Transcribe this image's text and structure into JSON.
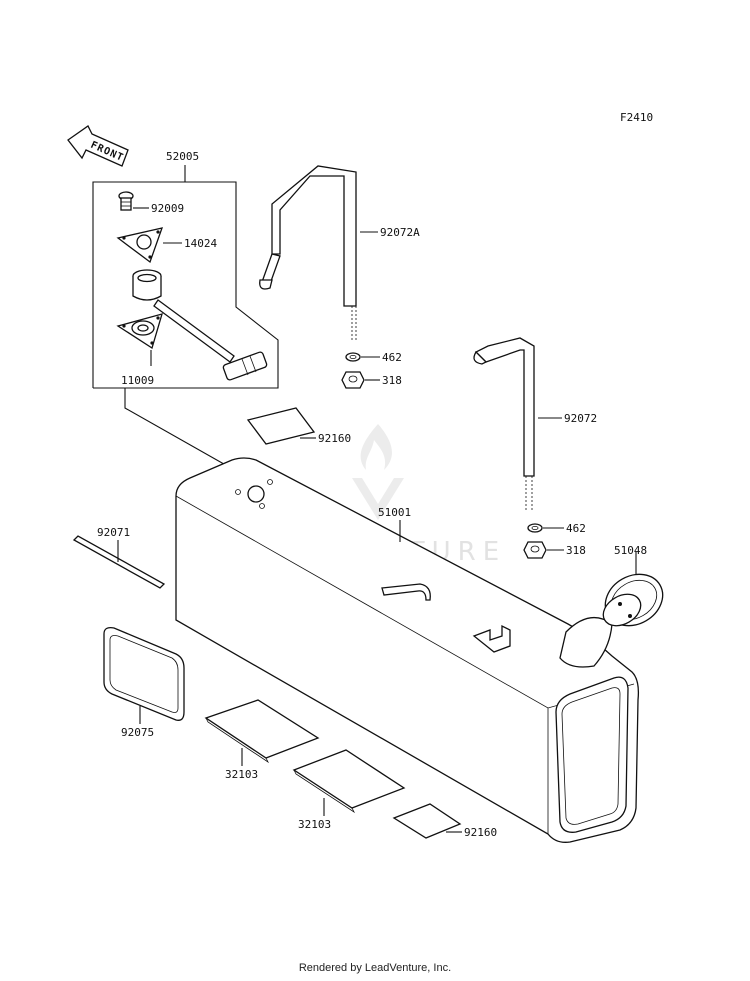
{
  "figure_code": "F2410",
  "front_label": "FRONT",
  "watermark": "LEADVENTURE",
  "footer": "Rendered by LeadVenture, Inc.",
  "parts": {
    "p52005": "52005",
    "p92009": "92009",
    "p14024": "14024",
    "p11009": "11009",
    "p92072A": "92072A",
    "p462a": "462",
    "p318a": "318",
    "p92160a": "92160",
    "p92072": "92072",
    "p462b": "462",
    "p318b": "318",
    "p51001": "51001",
    "p51048": "51048",
    "p92071": "92071",
    "p92075": "92075",
    "p32103a": "32103",
    "p32103b": "32103",
    "p92160b": "92160"
  }
}
